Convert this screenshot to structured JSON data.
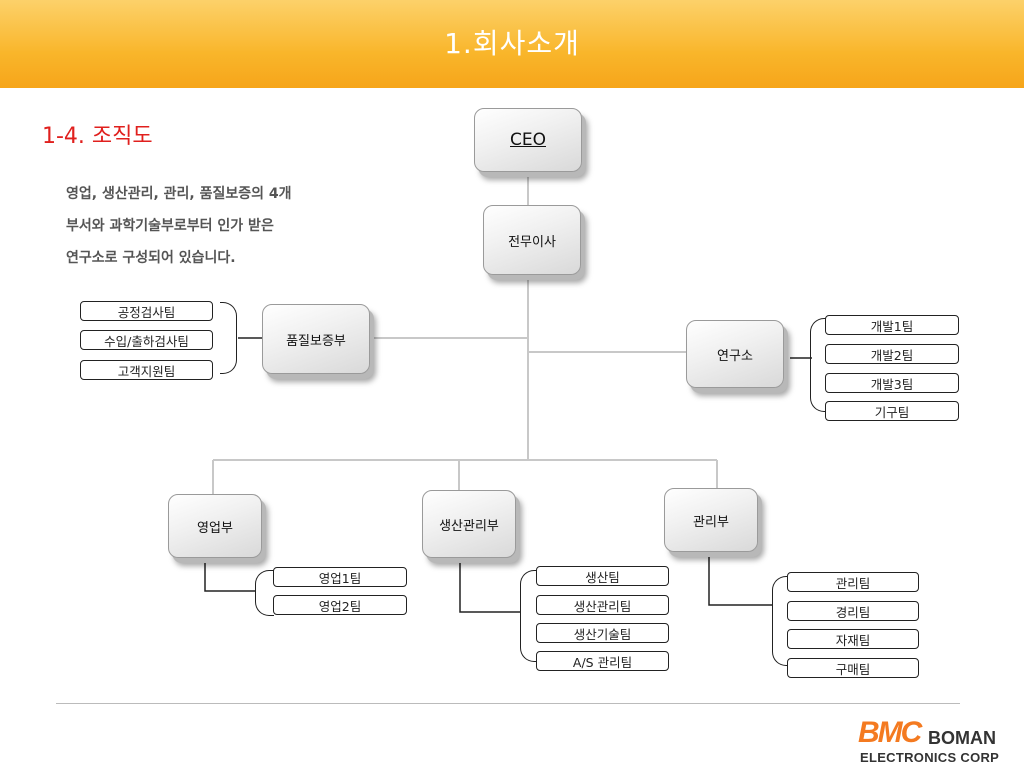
{
  "header": {
    "title": "1.회사소개"
  },
  "section_title": "1-4. 조직도",
  "description": {
    "lines": [
      "영업, 생산관리, 관리, 품질보증의 4개",
      "부서와 과학기술부로부터 인가 받은",
      "연구소로 구성되어 있습니다."
    ]
  },
  "org": {
    "ceo": "CEO",
    "director": "전무이사",
    "quality": {
      "name": "품질보증부",
      "teams": [
        "공정검사팀",
        "수입/출하검사팀",
        "고객지원팀"
      ]
    },
    "lab": {
      "name": "연구소",
      "teams": [
        "개발1팀",
        "개발2팀",
        "개발3팀",
        "기구팀"
      ]
    },
    "sales": {
      "name": "영업부",
      "teams": [
        "영업1팀",
        "영업2팀"
      ]
    },
    "production": {
      "name": "생산관리부",
      "teams": [
        "생산팀",
        "생산관리팀",
        "생산기술팀",
        "A/S 관리팀"
      ]
    },
    "admin": {
      "name": "관리부",
      "teams": [
        "관리팀",
        "경리팀",
        "자재팀",
        "구매팀"
      ]
    }
  },
  "logo": {
    "brand": "BMC",
    "name": "BOMAN",
    "corp": "ELECTRONICS CORP"
  },
  "colors": {
    "header": "#f9b62b",
    "title_red": "#e0201e",
    "connector": "#c8c8c8",
    "logo_orange": "#f47a20"
  }
}
